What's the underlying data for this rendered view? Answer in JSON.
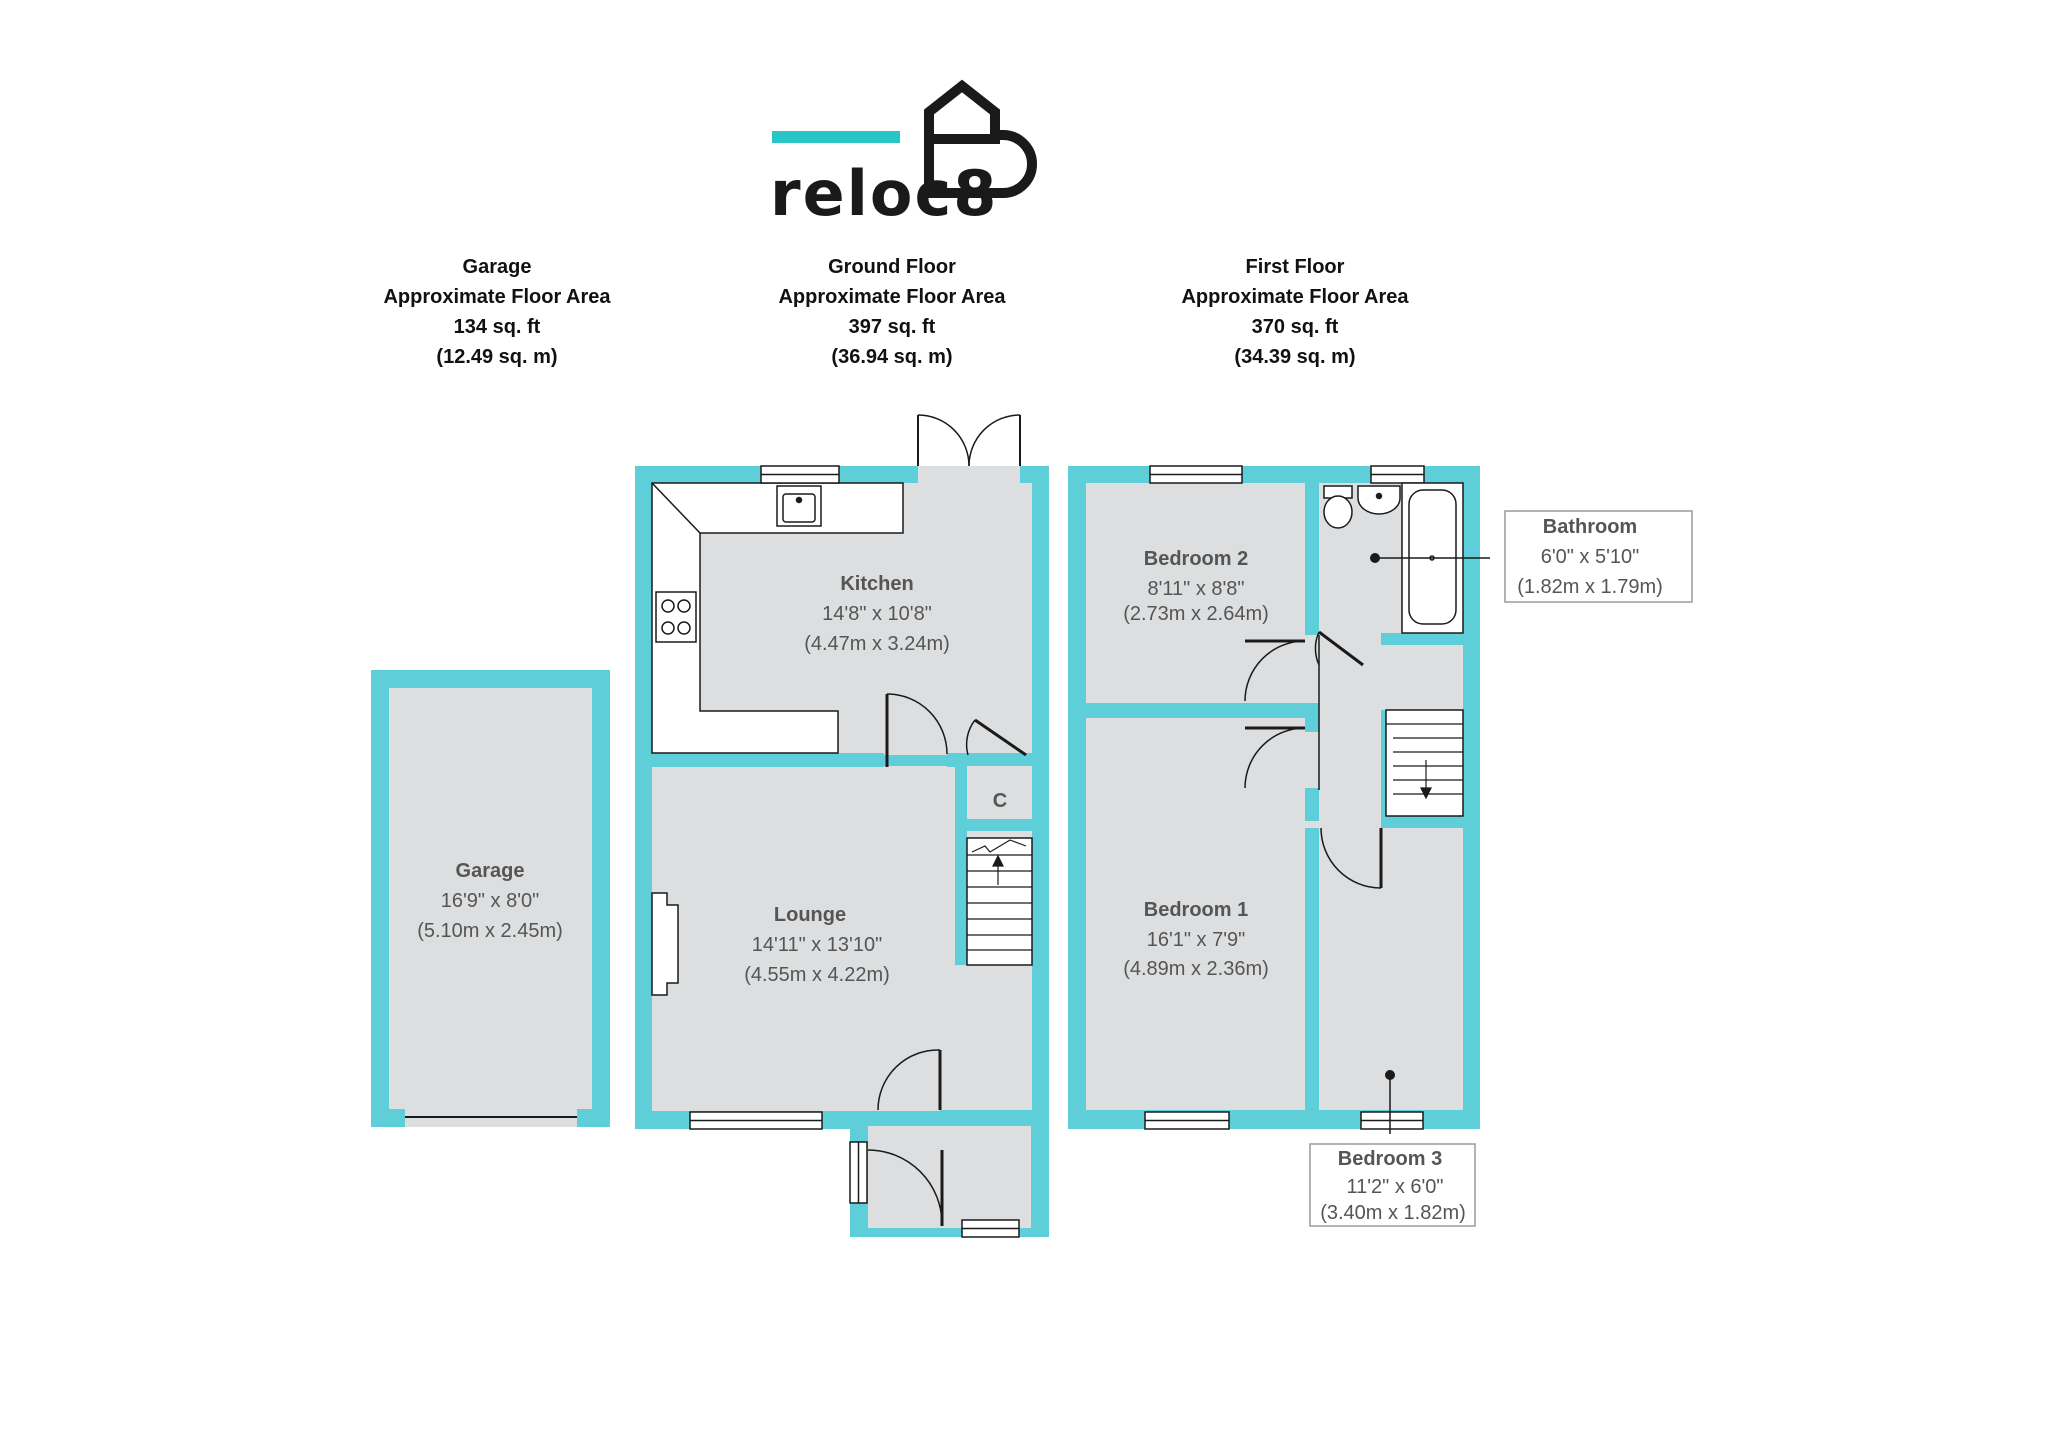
{
  "brand": {
    "name": "reloc8",
    "accent_color": "#29c6c6",
    "icon": "house-logo-icon"
  },
  "colors": {
    "wall": "#5ecfd9",
    "floor": "#dddedf",
    "worktop": "#ffffff",
    "line": "#1a1a1a"
  },
  "headers": {
    "garage": {
      "title": "Garage",
      "subtitle": "Approximate Floor Area",
      "sqft": "134 sq. ft",
      "sqm": "(12.49 sq. m)"
    },
    "ground": {
      "title": "Ground Floor",
      "subtitle": "Approximate Floor Area",
      "sqft": "397 sq. ft",
      "sqm": "(36.94 sq. m)"
    },
    "first": {
      "title": "First Floor",
      "subtitle": "Approximate Floor Area",
      "sqft": "370 sq. ft",
      "sqm": "(34.39 sq. m)"
    }
  },
  "rooms": {
    "garage": {
      "name": "Garage",
      "imperial": "16'9\" x 8'0\"",
      "metric": "(5.10m x 2.45m)"
    },
    "kitchen": {
      "name": "Kitchen",
      "imperial": "14'8\" x 10'8\"",
      "metric": "(4.47m x 3.24m)"
    },
    "lounge": {
      "name": "Lounge",
      "imperial": "14'11\" x 13'10\"",
      "metric": "(4.55m x 4.22m)"
    },
    "cupboard": {
      "name": "C"
    },
    "bedroom2": {
      "name": "Bedroom 2",
      "imperial": "8'11\" x 8'8\"",
      "metric": "(2.73m x 2.64m)"
    },
    "bedroom1": {
      "name": "Bedroom 1",
      "imperial": "16'1\" x 7'9\"",
      "metric": "(4.89m x 2.36m)"
    },
    "bathroom": {
      "name": "Bathroom",
      "imperial": "6'0\" x 5'10\"",
      "metric": "(1.82m x 1.79m)"
    },
    "bedroom3": {
      "name": "Bedroom 3",
      "imperial": "11'2\" x 6'0\"",
      "metric": "(3.40m x 1.82m)"
    }
  }
}
